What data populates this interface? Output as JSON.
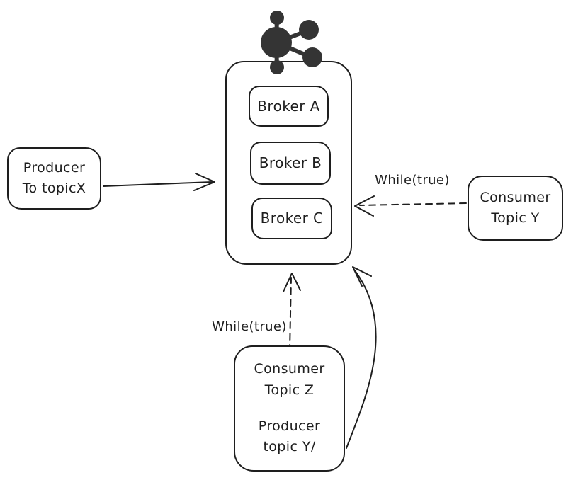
{
  "cluster": {
    "brokers": [
      "Broker A",
      "Broker B",
      "Broker C"
    ]
  },
  "producer_x": {
    "lines": [
      "Producer",
      "To topicX"
    ]
  },
  "consumer_y": {
    "lines": [
      "Consumer",
      "Topic Y"
    ]
  },
  "consumer_z": {
    "top_lines": [
      "Consumer",
      "Topic Z"
    ],
    "bottom_lines": [
      "Producer",
      "topic Y/"
    ]
  },
  "labels": {
    "while_true_right": "While(true)",
    "while_true_bottom": "While(true)"
  },
  "icons": {
    "cluster": "network-nodes-icon"
  },
  "colors": {
    "stroke": "#1e1e1e",
    "icon_fill": "#343434",
    "background": "#ffffff"
  }
}
